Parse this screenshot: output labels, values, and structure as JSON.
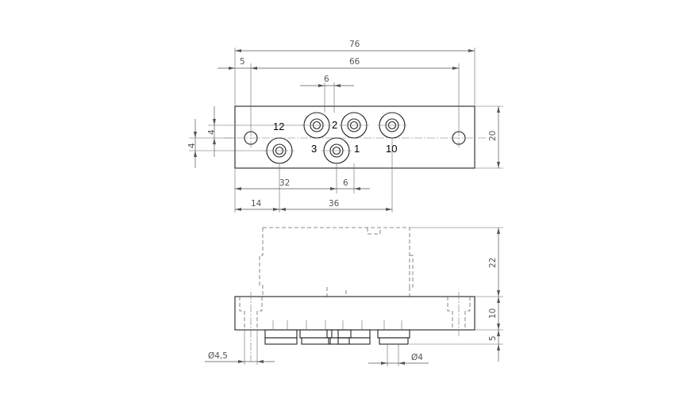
{
  "top_view": {
    "dims": {
      "overall_width": "76",
      "edge_to_hole": "5",
      "hole_spacing": "66",
      "port_pitch_top": "6",
      "overall_height": "20",
      "offset_upper": "4",
      "offset_lower": "4",
      "port_distance": "32",
      "port_pitch_bottom": "6",
      "left_offset": "14",
      "port_span": "36"
    },
    "port_labels": {
      "p12": "12",
      "p2": "2",
      "p3": "3",
      "p1": "1",
      "p10": "10"
    }
  },
  "side_view": {
    "dims": {
      "valve_height": "22",
      "plate_height": "10",
      "fitting_height": "5",
      "hole_diameter": "Ø4,5",
      "fitting_diameter": "Ø4"
    }
  }
}
